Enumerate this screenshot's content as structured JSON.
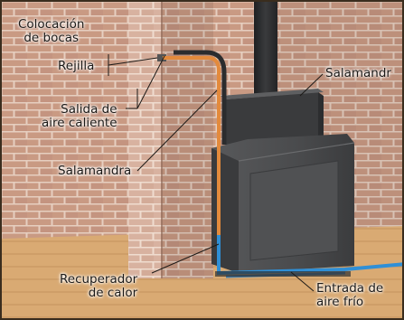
{
  "labels": {
    "colocacion_l1": "Colocación",
    "colocacion_l2": "de bocas",
    "rejilla": "Rejilla",
    "salida_l1": "Salida de",
    "salida_l2": "aire caliente",
    "salamandra_left": "Salamandra",
    "salamandra_right": "Salamandr",
    "recuperador_l1": "Recuperador",
    "recuperador_l2": "de calor",
    "entrada_l1": "Entrada de",
    "entrada_l2": "aire frío"
  },
  "colors": {
    "brick": "#c99a83",
    "mortar": "#e6cfc0",
    "floor": "#d9aa73",
    "stove": "#4e4f51",
    "stove_dark": "#2f3032",
    "pipe": "#2b2c2e",
    "hot_air": "#e38a3c",
    "cold_air": "#2f8fd6"
  }
}
